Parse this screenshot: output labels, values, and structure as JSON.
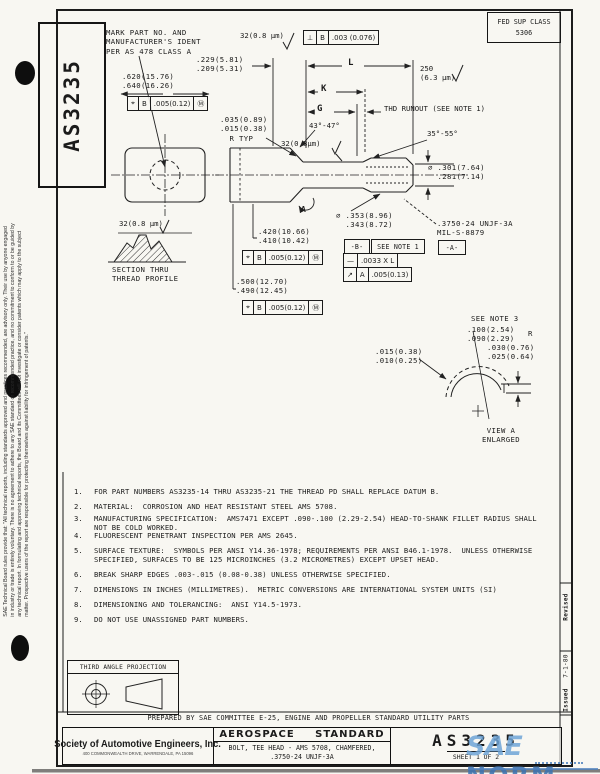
{
  "doc": {
    "number": "AS3235",
    "fed_sup_class": "FED SUP CLASS\n5306"
  },
  "left_margin": {
    "disclaimer": [
      "SAE Technical Board rules provide that: \"All technical reports, including standards approved and practices recommended, are advisory only. Their use by anyone engaged",
      "in industry or trade is entirely voluntary. There is no agreement to adhere to any SAE standard or recommended practice, and no commitment to conform to or be guided by",
      "any technical report. In formulating and approving technical reports, the Board and its Committees will not investigate or consider patents which may apply to the subject",
      "matter. Prospective users of the report are responsible for protecting themselves against liability for infringement of patents.\""
    ]
  },
  "drawing": {
    "labels": {
      "mark_part": "MARK PART NO. AND\nMANUFACTURER'S IDENT\nPER AS 478 CLASS A",
      "finish_head": "32(0.8 μm)",
      "dim_head_height": ".229(5.81)\n.209(5.31)",
      "dim_head_width": ".620(15.76)\n.640(16.26)",
      "dim_point": "250\n(6.3 μm)",
      "len_L": "L",
      "len_K": "K",
      "len_G": "G",
      "thd_runout": "THD RUNOUT (SEE NOTE 1)",
      "angle_head": "43°-47°",
      "finish_shank": "32(0.8μm)",
      "angle_point": "35°-55°",
      "fillet_radius": ".035(0.89)\n.015(0.38)\n  R TYP",
      "dia_shank": "⌀ .301(7.64)\n  .281(7.14)",
      "dia_thread": "⌀ .353(8.96)\n  .343(8.72)",
      "thread_spec": ".3750-24 UNJF-3A\nMIL-S-8879",
      "finish_thread": "32(0.8 μm)",
      "section_thread": "SECTION THRU\nTHREAD PROFILE",
      "dim_head_flat": ".420(10.66)\n.410(10.42)",
      "dim_head_across": ".500(12.70)\n.490(12.45)",
      "see_note3": "SEE NOTE 3",
      "radius_note3": ".100(2.54)\n.090(2.29)",
      "radius_r": "R",
      "dim_chamfer_depth": ".030(0.76)\n.025(0.64)",
      "dim_chamfer_edge": ".015(0.38)\n.010(0.25)",
      "view_a": "VIEW A\nENLARGED",
      "view_a_arrow": "A"
    },
    "frames": {
      "perp": [
        "⊥",
        "B",
        ".003 (0.076)"
      ],
      "pos1": [
        "⌖",
        "B",
        ".005(0.12)",
        "Ⓜ"
      ],
      "pos2": [
        "⌖",
        "B",
        ".005(0.12)",
        "Ⓜ"
      ],
      "pos3": [
        "⌖",
        "B",
        ".005(0.12)",
        "Ⓜ"
      ],
      "straight": [
        "—",
        ".0033 X L"
      ],
      "runout": [
        "↗",
        "A",
        ".005(0.13)"
      ],
      "datum_b": "-B-",
      "datum_a": "-A-",
      "see_note1": "SEE NOTE 1"
    }
  },
  "notes": [
    {
      "num": "1.",
      "text": "FOR PART NUMBERS AS3235-14 THRU AS3235-21 THE THREAD PD SHALL REPLACE DATUM B."
    },
    {
      "num": "2.",
      "text": "MATERIAL:  CORROSION AND HEAT RESISTANT STEEL AMS 5708."
    },
    {
      "num": "3.",
      "text": "MANUFACTURING SPECIFICATION:  AMS7471 EXCEPT .090-.100 (2.29-2.54) HEAD-TO-SHANK FILLET RADIUS SHALL\nNOT BE COLD WORKED."
    },
    {
      "num": "4.",
      "text": "FLUORESCENT PENETRANT INSPECTION PER AMS 2645."
    },
    {
      "num": "5.",
      "text": "SURFACE TEXTURE:  SYMBOLS PER ANSI Y14.36-1978; REQUIREMENTS PER ANSI B46.1-1978.  UNLESS OTHERWISE\nSPECIFIED, SURFACES TO BE 125 MICROINCHES (3.2 MICROMETRES) EXCEPT UPSET HEAD."
    },
    {
      "num": "6.",
      "text": "BREAK SHARP EDGES .003-.015 (0.08-0.38) UNLESS OTHERWISE SPECIFIED."
    },
    {
      "num": "7.",
      "text": "DIMENSIONS IN INCHES (MILLIMETRES).  METRIC CONVERSIONS ARE INTERNATIONAL SYSTEM UNITS (SI)"
    },
    {
      "num": "8.",
      "text": "DIMENSIONING AND TOLERANCING:  ANSI Y14.5-1973."
    },
    {
      "num": "9.",
      "text": "DO NOT USE UNASSIGNED PART NUMBERS."
    }
  ],
  "footer": {
    "third_angle": "THIRD ANGLE PROJECTION",
    "prepared_by": "PREPARED BY SAE COMMITTEE E-25, ENGINE AND PROPELLER STANDARD UTILITY PARTS",
    "society_name": "Society of Automotive Engineers, Inc.",
    "society_address": "400 COMMONWEALTH DRIVE, WARRENDALE, PA 15096",
    "standard_type": "AEROSPACE STANDARD",
    "title_lines": "BOLT, TEE HEAD - AMS 5708, CHAMFERED,\n.3750-24 UNJF-3A",
    "doc_number": "AS3235",
    "sheet": "SHEET 1 OF 2"
  },
  "edge": {
    "revised": "Revised",
    "date": "7-1-80",
    "issued": "Issued"
  },
  "watermark": {
    "sae": "SAE",
    "norm": "NORM"
  }
}
